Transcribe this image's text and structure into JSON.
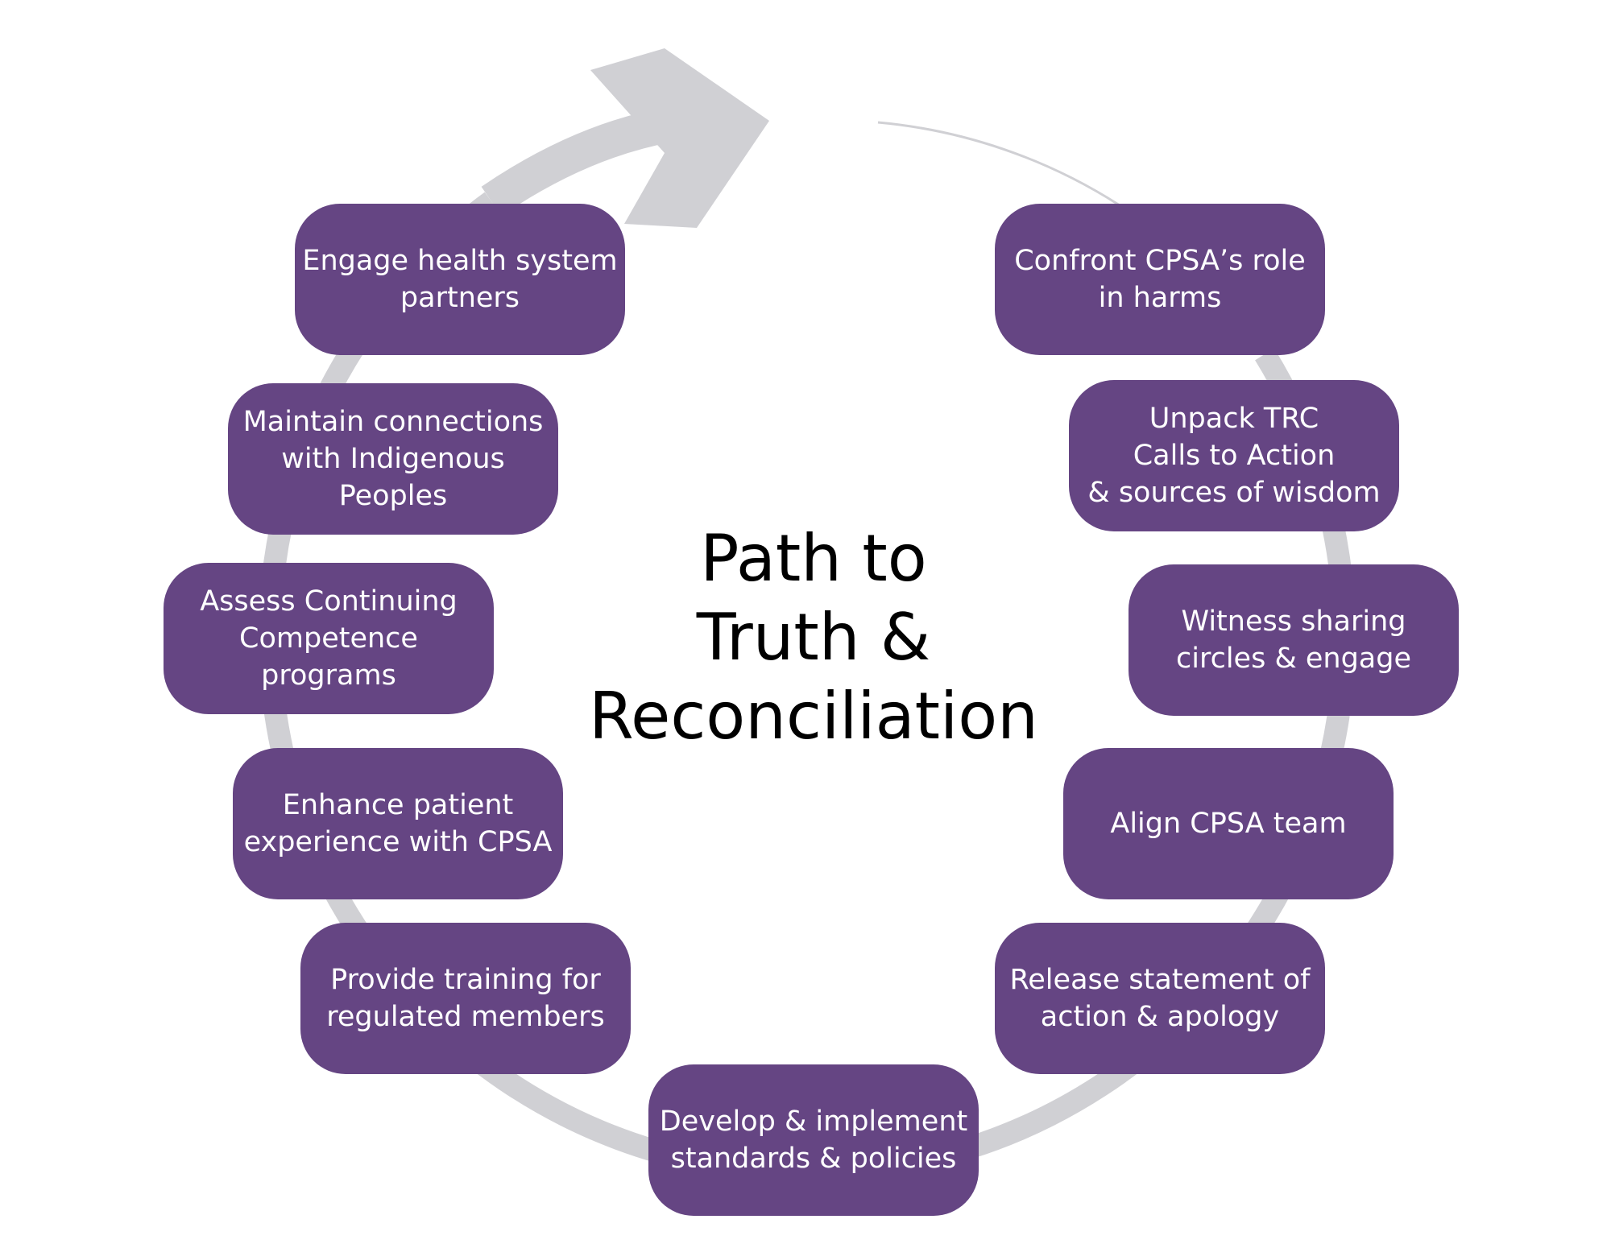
{
  "title": "Path to\nTruth &\nReconciliation",
  "colors": {
    "box_fill": "#654583",
    "box_text": "#ffffff",
    "ring": "#d0d0d4",
    "title_text": "#000000"
  },
  "steps": [
    {
      "id": "confront",
      "label": "Confront CPSA’s role\nin harms"
    },
    {
      "id": "unpack",
      "label": "Unpack TRC\nCalls to Action\n& sources of wisdom"
    },
    {
      "id": "witness",
      "label": "Witness sharing\ncircles & engage"
    },
    {
      "id": "align",
      "label": "Align CPSA team"
    },
    {
      "id": "release",
      "label": "Release statement of\naction & apology"
    },
    {
      "id": "develop",
      "label": "Develop & implement\nstandards & policies"
    },
    {
      "id": "training",
      "label": "Provide training for\nregulated members"
    },
    {
      "id": "enhance",
      "label": "Enhance patient\nexperience with CPSA"
    },
    {
      "id": "assess",
      "label": "Assess Continuing\nCompetence\nprograms"
    },
    {
      "id": "maintain",
      "label": "Maintain connections\nwith Indigenous\nPeoples"
    },
    {
      "id": "engage",
      "label": "Engage health system\npartners"
    }
  ]
}
